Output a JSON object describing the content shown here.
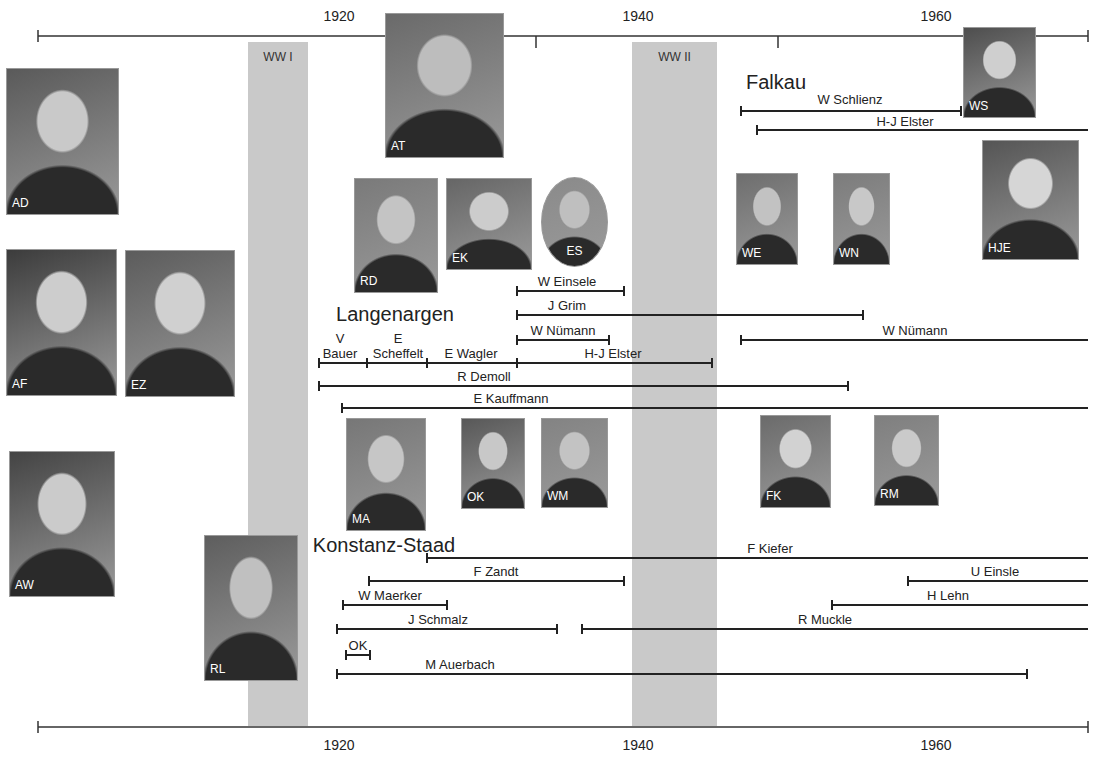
{
  "diagram": {
    "nodes": [
      {
        "text": [
          "AD"
        ]
      },
      {
        "text": [
          "WW I"
        ]
      },
      {
        "text": [
          "AT"
        ]
      },
      {
        "text": [
          "WW II"
        ]
      },
      {
        "text": [
          "WS"
        ]
      },
      {
        "text": [
          "HJE"
        ]
      },
      {
        "text": [
          "RD"
        ]
      },
      {
        "text": [
          "EK"
        ]
      },
      {
        "text": [
          "ES"
        ]
      },
      {
        "text": [
          "WE"
        ]
      },
      {
        "text": [
          "WN"
        ]
      },
      {
        "text": [
          "AF"
        ]
      },
      {
        "text": [
          "EZ"
        ]
      },
      {
        "text": [
          "MA"
        ]
      },
      {
        "text": [
          "OK"
        ]
      },
      {
        "text": [
          "WM"
        ]
      },
      {
        "text": [
          "FK"
        ]
      },
      {
        "text": [
          "RM"
        ]
      },
      {
        "text": [
          "AW"
        ]
      },
      {
        "text": [
          "RL"
        ]
      }
    ],
    "labels": [
      "1920",
      "1940",
      "1960",
      "Falkau",
      "W Schlienz",
      "H-J Elster",
      "W Einsele",
      "Langenargen",
      "J Grim",
      "W Nümann",
      "W Nümann",
      "V Bauer",
      "E Scheffelt",
      "E Wagler",
      "H-J Elster",
      "R Demoll",
      "E Kauffmann",
      "Konstanz-Staad",
      "F Kiefer",
      "F Zandt",
      "U Einsle",
      "W Maerker",
      "H Lehn",
      "J Schmalz",
      "R Muckle",
      "OK",
      "M Auerbach",
      "1920",
      "1940",
      "1960"
    ]
  }
}
